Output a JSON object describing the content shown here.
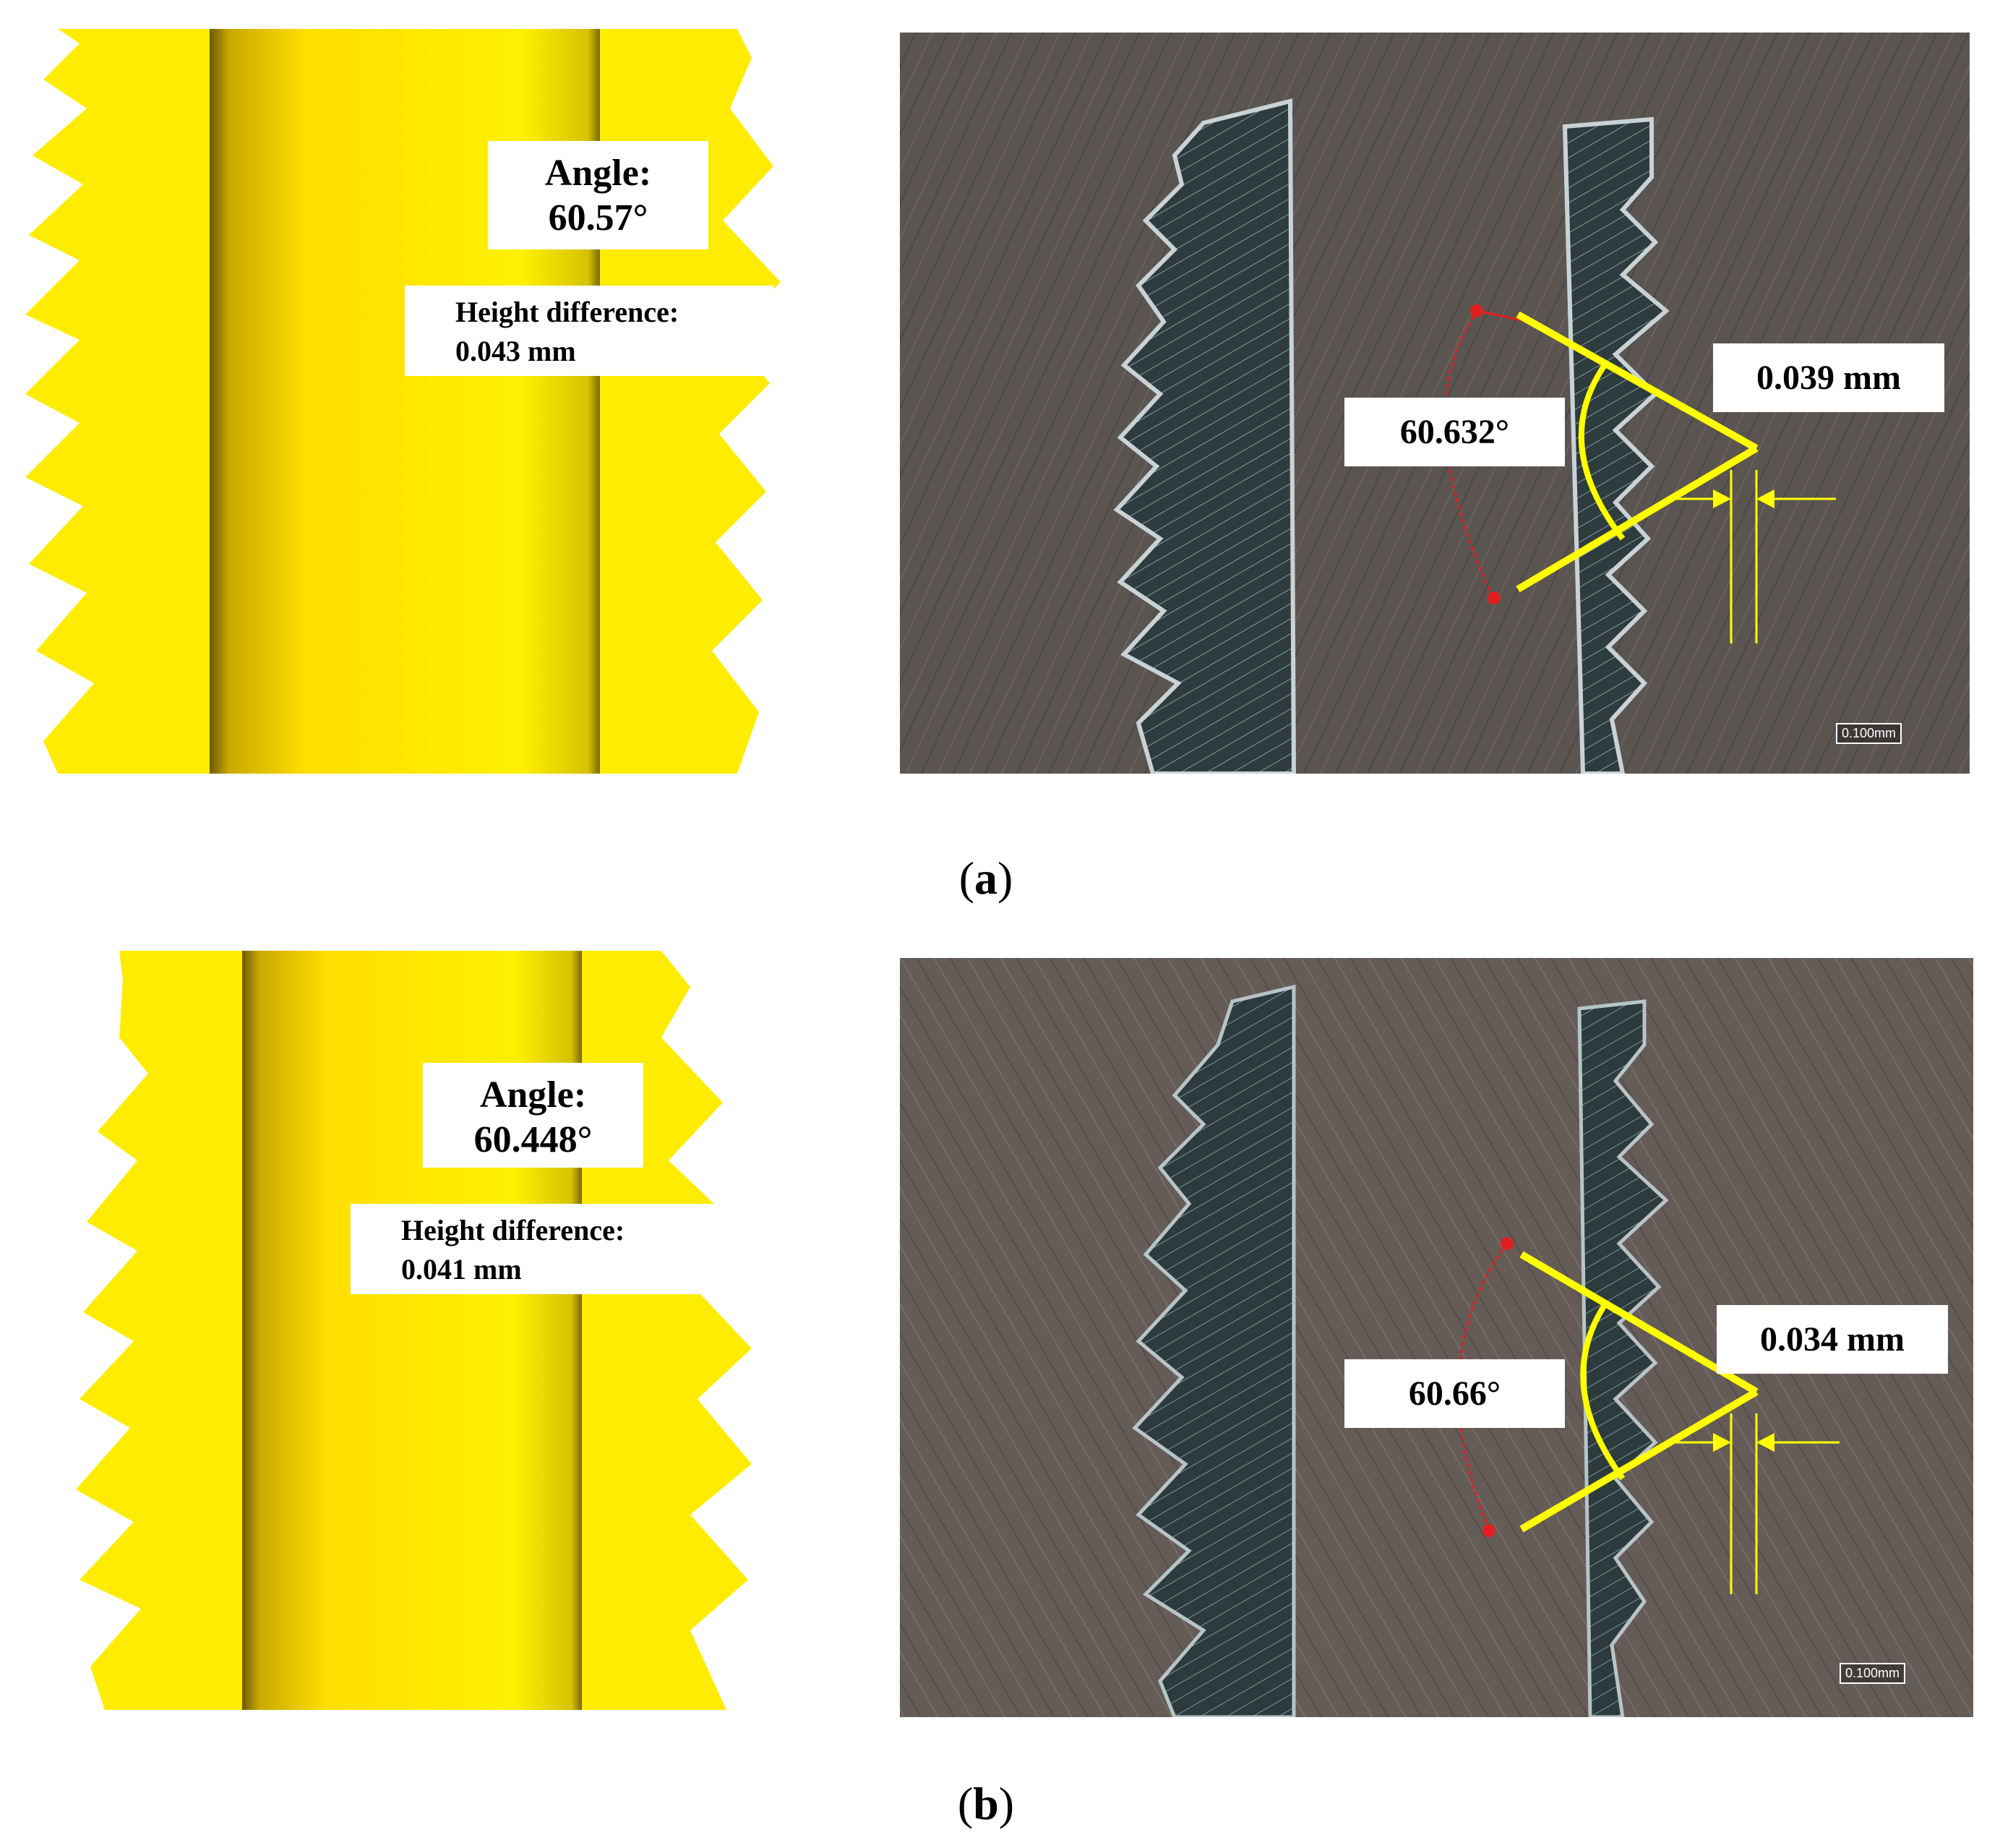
{
  "figure": {
    "panels": [
      {
        "caption_letter": "a",
        "model_view": {
          "angle_label": "Angle:",
          "angle_value": "60.57°",
          "height_label": "Height difference:",
          "height_value": "0.043 mm"
        },
        "micrograph": {
          "angle_value": "60.632°",
          "depth_value": "0.039 mm",
          "scale_bar": "0.100mm"
        }
      },
      {
        "caption_letter": "b",
        "model_view": {
          "angle_label": "Angle:",
          "angle_value": "60.448°",
          "height_label": "Height difference:",
          "height_value": "0.041 mm"
        },
        "micrograph": {
          "angle_value": "60.66°",
          "depth_value": "0.034 mm",
          "scale_bar": "0.100mm"
        }
      }
    ],
    "colors": {
      "thread_yellow": "#ffec00",
      "annotation_yellow": "#ffff00",
      "measure_red": "#e02020",
      "micrograph_bg": "#5e5854",
      "thread_dark": "#2f3d3e"
    }
  }
}
